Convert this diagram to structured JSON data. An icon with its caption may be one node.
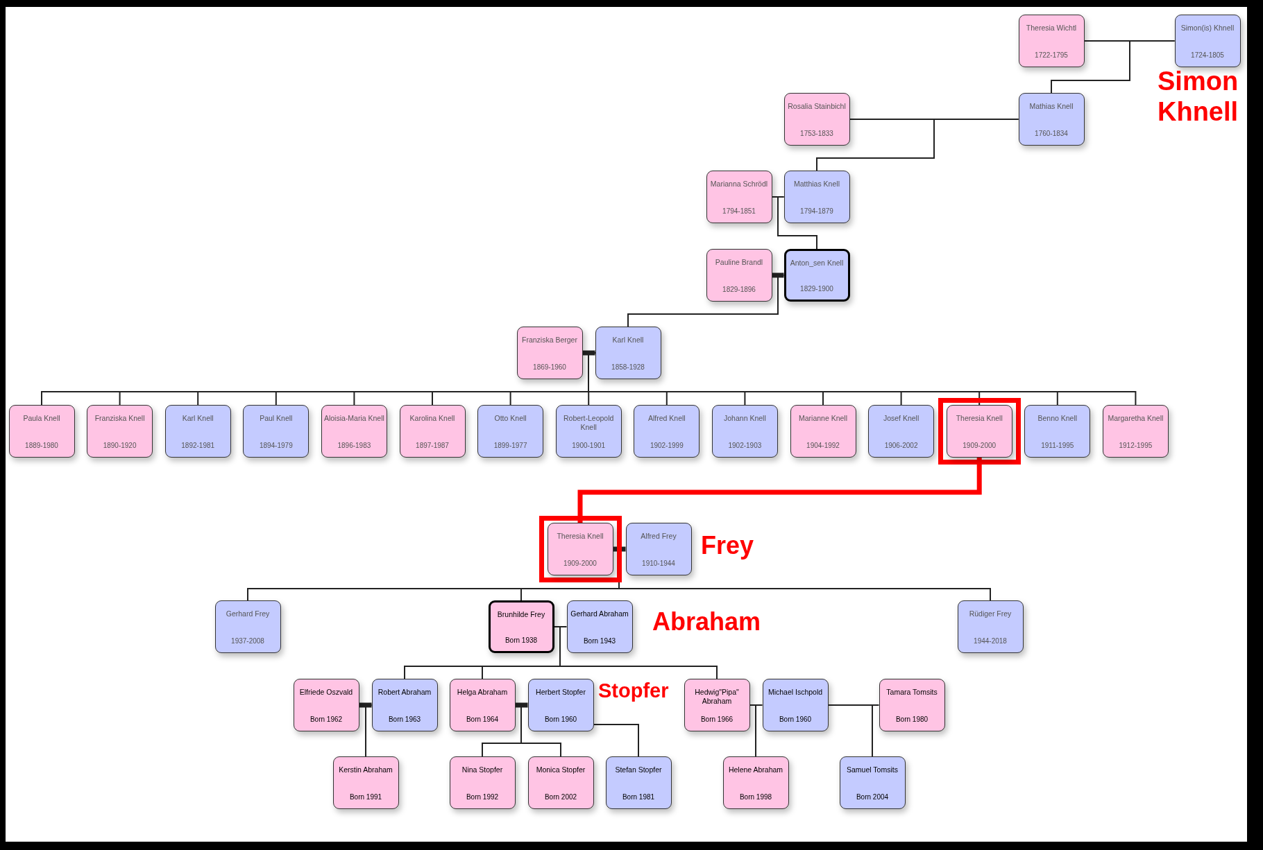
{
  "diagram": {
    "nodes": [
      {
        "text": [
          "Theresia Wichtl",
          "1722-1795"
        ]
      },
      {
        "text": [
          "Simon(is) Khnell",
          "1724-1805"
        ]
      },
      {
        "text": [
          "Rosalia Stainbichl",
          "1753-1833"
        ]
      },
      {
        "text": [
          "Mathias Knell",
          "1760-1834"
        ]
      },
      {
        "text": [
          "Marianna Schrödl",
          "1794-1851"
        ]
      },
      {
        "text": [
          "Matthias Knell",
          "1794-1879"
        ]
      },
      {
        "text": [
          "Pauline Brandl",
          "1829-1896"
        ]
      },
      {
        "text": [
          "Anton_sen Knell",
          "1829-1900"
        ]
      },
      {
        "text": [
          "Franziska Berger",
          "1869-1960"
        ]
      },
      {
        "text": [
          "Karl Knell",
          "1858-1928"
        ]
      },
      {
        "text": [
          "Paula Knell",
          "1889-1980"
        ]
      },
      {
        "text": [
          "Franziska Knell",
          "1890-1920"
        ]
      },
      {
        "text": [
          "Karl Knell",
          "1892-1981"
        ]
      },
      {
        "text": [
          "Paul Knell",
          "1894-1979"
        ]
      },
      {
        "text": [
          "Aloisia-Maria Knell",
          "1896-1983"
        ]
      },
      {
        "text": [
          "Karolina Knell",
          "1897-1987"
        ]
      },
      {
        "text": [
          "Otto Knell",
          "1899-1977"
        ]
      },
      {
        "text": [
          "Robert-Leopold Knell",
          "1900-1901"
        ]
      },
      {
        "text": [
          "Alfred Knell",
          "1902-1999"
        ]
      },
      {
        "text": [
          "Johann Knell",
          "1902-1903"
        ]
      },
      {
        "text": [
          "Marianne Knell",
          "1904-1992"
        ]
      },
      {
        "text": [
          "Josef Knell",
          "1906-2002"
        ]
      },
      {
        "text": [
          "Theresia Knell",
          "1909-2000"
        ]
      },
      {
        "text": [
          "Benno Knell",
          "1911-1995"
        ]
      },
      {
        "text": [
          "Margaretha Knell",
          "1912-1995"
        ]
      },
      {
        "text": [
          "Theresia Knell",
          "1909-2000"
        ]
      },
      {
        "text": [
          "Alfred Frey",
          "1910-1944"
        ]
      },
      {
        "text": [
          "Gerhard Frey",
          "1937-2008"
        ]
      },
      {
        "text": [
          "Brunhilde Frey",
          "Born 1938"
        ]
      },
      {
        "text": [
          "Gerhard Abraham",
          "Born 1943"
        ]
      },
      {
        "text": [
          "Rüdiger Frey",
          "1944-2018"
        ]
      },
      {
        "text": [
          "Elfriede Oszvald",
          "Born 1962"
        ]
      },
      {
        "text": [
          "Robert Abraham",
          "Born 1963"
        ]
      },
      {
        "text": [
          "Helga Abraham",
          "Born 1964"
        ]
      },
      {
        "text": [
          "Herbert Stopfer",
          "Born 1960"
        ]
      },
      {
        "text": [
          "Hedwig\"Pipa\" Abraham",
          "Born 1966"
        ]
      },
      {
        "text": [
          "Michael Ischpold",
          "Born 1960"
        ]
      },
      {
        "text": [
          "Tamara Tomsits",
          "Born 1980"
        ]
      },
      {
        "text": [
          "Kerstin Abraham",
          "Born 1991"
        ]
      },
      {
        "text": [
          "Nina Stopfer",
          "Born 1992"
        ]
      },
      {
        "text": [
          "Monica Stopfer",
          "Born 2002"
        ]
      },
      {
        "text": [
          "Stefan Stopfer",
          "Born 1981"
        ]
      },
      {
        "text": [
          "Helene Abraham",
          "Born 1998"
        ]
      },
      {
        "text": [
          "Samuel Tomsits",
          "Born 2004"
        ]
      }
    ],
    "edges": [
      {
        "from": 0,
        "to": 1,
        "arrow": "none"
      },
      {
        "from": 1,
        "to": 3,
        "arrow": "none"
      },
      {
        "from": 2,
        "to": 3,
        "arrow": "none"
      },
      {
        "from": 3,
        "to": 5,
        "arrow": "none"
      },
      {
        "from": 4,
        "to": 5,
        "arrow": "none"
      },
      {
        "from": 5,
        "to": 7,
        "arrow": "none"
      },
      {
        "from": 6,
        "to": 7,
        "arrow": "none",
        "style": "thick"
      },
      {
        "from": 7,
        "to": 9,
        "arrow": "none"
      },
      {
        "from": 8,
        "to": 9,
        "arrow": "none",
        "style": "thick"
      },
      {
        "from": 9,
        "to": 10,
        "arrow": "none"
      },
      {
        "from": 9,
        "to": 11,
        "arrow": "none"
      },
      {
        "from": 9,
        "to": 12,
        "arrow": "none"
      },
      {
        "from": 9,
        "to": 13,
        "arrow": "none"
      },
      {
        "from": 9,
        "to": 14,
        "arrow": "none"
      },
      {
        "from": 9,
        "to": 15,
        "arrow": "none"
      },
      {
        "from": 9,
        "to": 16,
        "arrow": "none"
      },
      {
        "from": 9,
        "to": 17,
        "arrow": "none"
      },
      {
        "from": 9,
        "to": 18,
        "arrow": "none"
      },
      {
        "from": 9,
        "to": 19,
        "arrow": "none"
      },
      {
        "from": 9,
        "to": 20,
        "arrow": "none"
      },
      {
        "from": 9,
        "to": 21,
        "arrow": "none"
      },
      {
        "from": 9,
        "to": 22,
        "arrow": "none"
      },
      {
        "from": 9,
        "to": 23,
        "arrow": "none"
      },
      {
        "from": 9,
        "to": 24,
        "arrow": "none"
      },
      {
        "from": 22,
        "to": 25,
        "arrow": "none",
        "style": "thick",
        "color": "#ff0000"
      },
      {
        "from": 25,
        "to": 26,
        "arrow": "none",
        "style": "thick"
      },
      {
        "from": 25,
        "to": 27,
        "arrow": "none"
      },
      {
        "from": 25,
        "to": 28,
        "arrow": "none"
      },
      {
        "from": 25,
        "to": 30,
        "arrow": "none"
      },
      {
        "from": 28,
        "to": 29,
        "arrow": "none"
      },
      {
        "from": 28,
        "to": 32,
        "arrow": "none"
      },
      {
        "from": 28,
        "to": 33,
        "arrow": "none"
      },
      {
        "from": 28,
        "to": 35,
        "arrow": "none"
      },
      {
        "from": 31,
        "to": 32,
        "arrow": "none",
        "style": "thick"
      },
      {
        "from": 32,
        "to": 38,
        "arrow": "none"
      },
      {
        "from": 33,
        "to": 34,
        "arrow": "none",
        "style": "thick"
      },
      {
        "from": 33,
        "to": 39,
        "arrow": "none"
      },
      {
        "from": 33,
        "to": 40,
        "arrow": "none"
      },
      {
        "from": 34,
        "to": 41,
        "arrow": "none"
      },
      {
        "from": 35,
        "to": 36,
        "arrow": "none"
      },
      {
        "from": 35,
        "to": 42,
        "arrow": "none"
      },
      {
        "from": 36,
        "to": 37,
        "arrow": "none"
      },
      {
        "from": 36,
        "to": 43,
        "arrow": "none"
      }
    ],
    "labels": [
      "Simon Khnell",
      "Frey",
      "Abraham",
      "Stopfer"
    ]
  }
}
